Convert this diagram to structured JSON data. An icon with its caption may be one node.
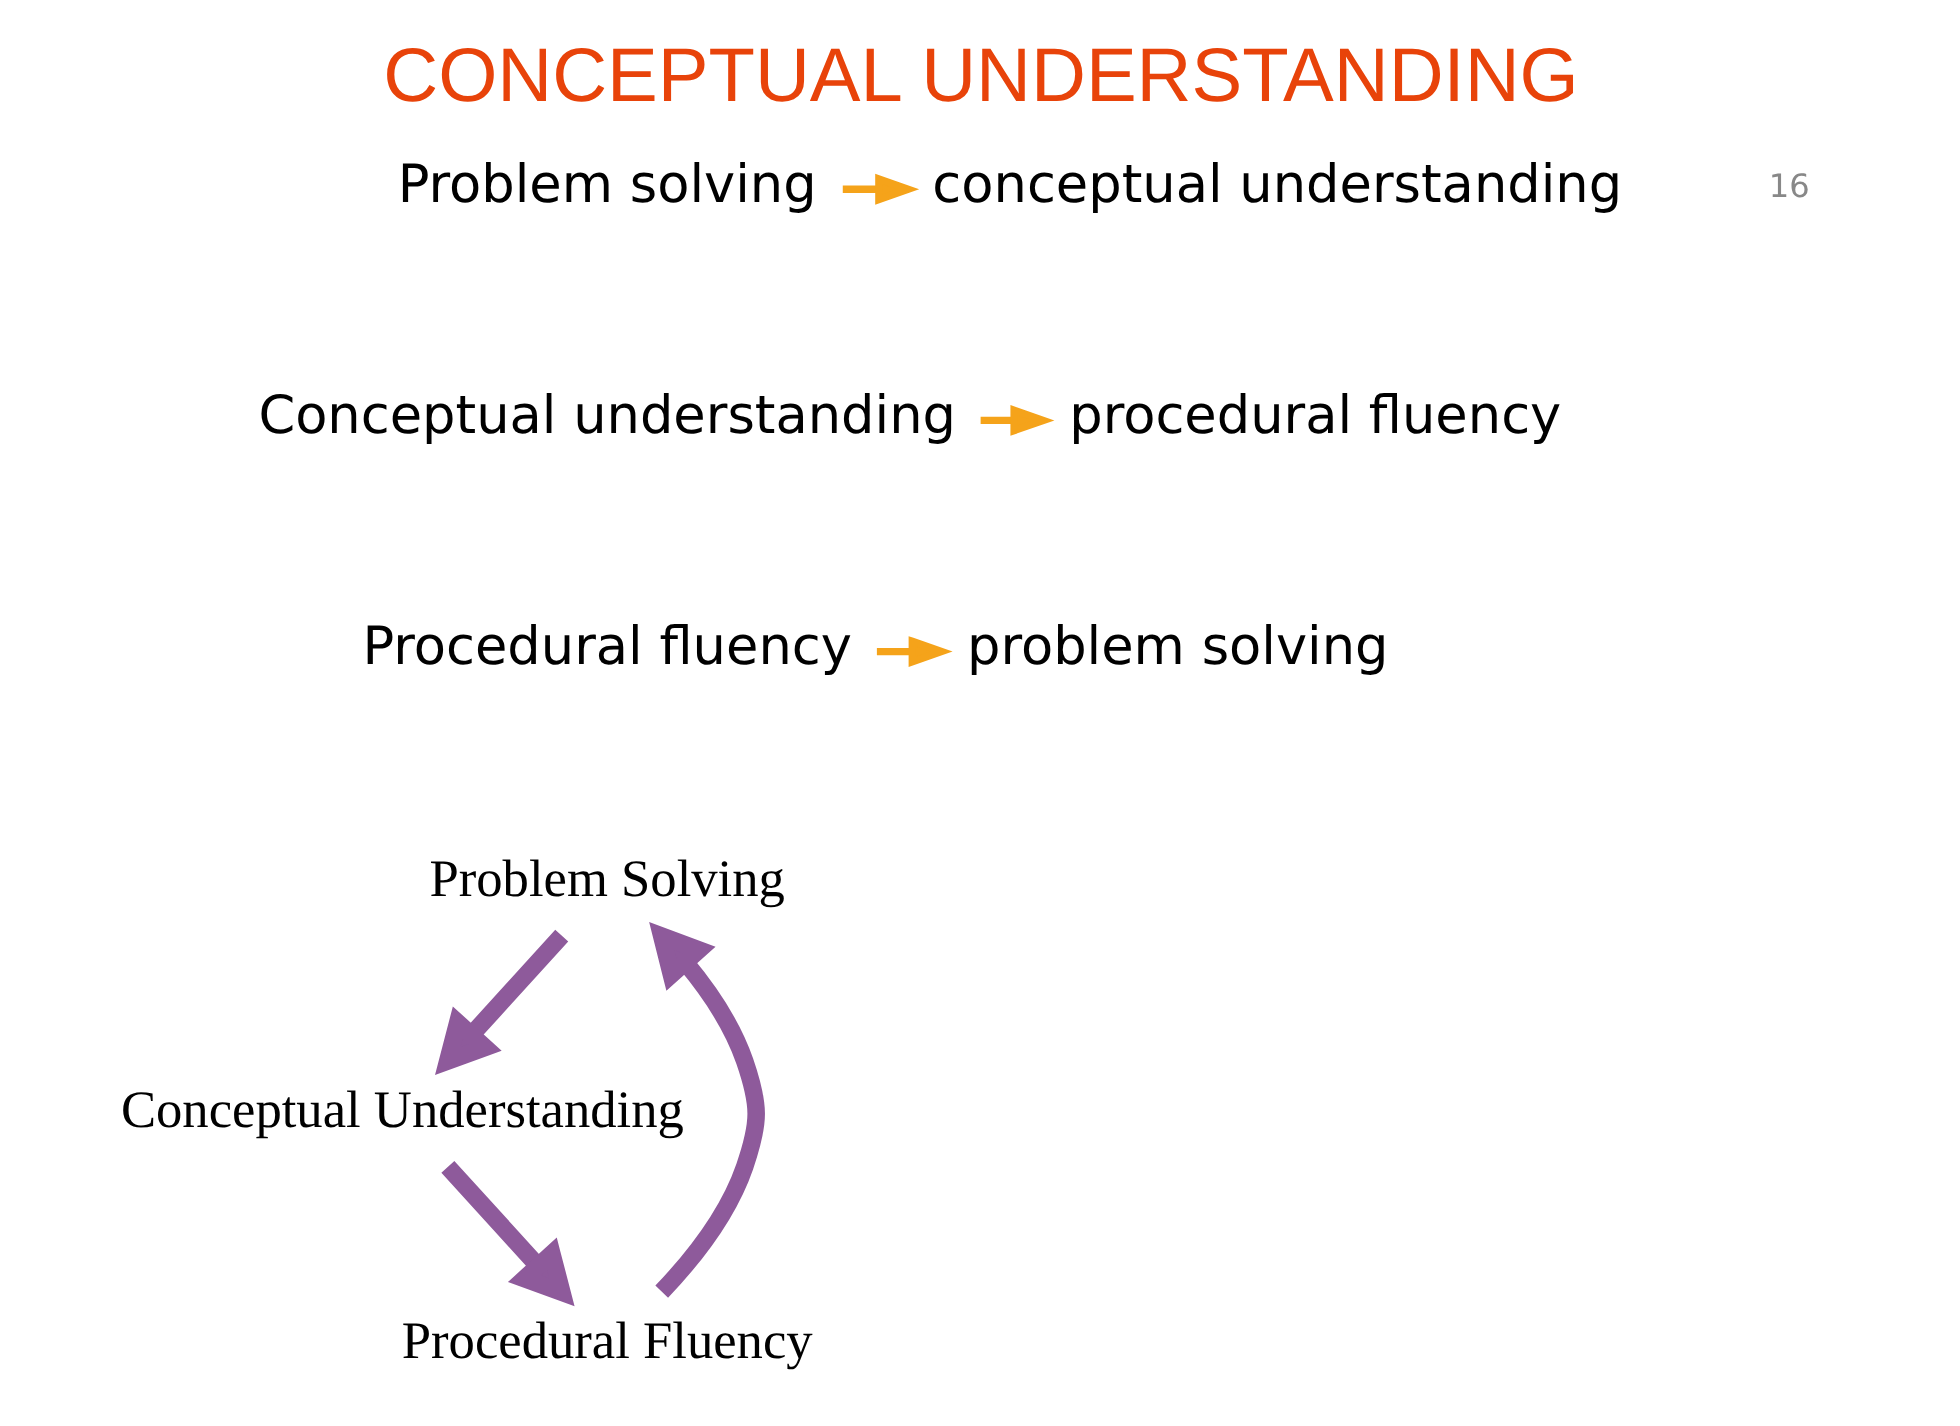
{
  "diagram": {
    "title": "CONCEPTUAL UNDERSTANDING",
    "nodes": [
      {
        "text": [
          "Problem solving"
        ]
      },
      {
        "text": [
          "conceptual understanding"
        ]
      },
      {
        "text": [
          "Conceptual understanding"
        ]
      },
      {
        "text": [
          "procedural fluency"
        ]
      },
      {
        "text": [
          "Procedural fluency"
        ]
      },
      {
        "text": [
          "problem solving"
        ]
      },
      {
        "text": [
          "Problem Solving"
        ]
      },
      {
        "text": [
          "Conceptual Understanding"
        ]
      },
      {
        "text": [
          "Procedural Fluency"
        ]
      }
    ],
    "edges": [
      {
        "from": 0,
        "to": 1,
        "arrow": "to",
        "color": "#f5a31a"
      },
      {
        "from": 2,
        "to": 3,
        "arrow": "to",
        "color": "#f5a31a"
      },
      {
        "from": 4,
        "to": 5,
        "arrow": "to",
        "color": "#f5a31a"
      },
      {
        "from": 6,
        "to": 7,
        "arrow": "to",
        "style": "thick",
        "color": "#8e5a9b"
      },
      {
        "from": 7,
        "to": 8,
        "arrow": "to",
        "style": "thick",
        "color": "#8e5a9b"
      },
      {
        "from": 8,
        "to": 6,
        "arrow": "to",
        "style": "thick",
        "color": "#8e5a9b"
      }
    ],
    "labels": [
      "16"
    ]
  }
}
